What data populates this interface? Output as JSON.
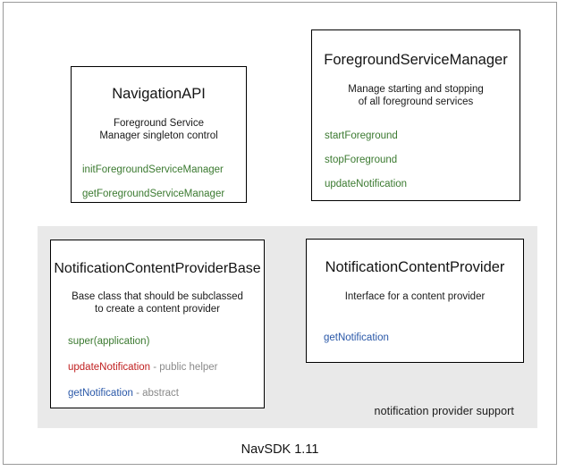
{
  "slide": {
    "footer": "NavSDK 1.11"
  },
  "group": {
    "caption": "notification provider support"
  },
  "colors": {
    "member_green": "#3b7a30",
    "member_red": "#c02020",
    "member_blue": "#2a58a8",
    "member_note_gray": "#8a8a8a",
    "panel_gray": "#e9e9e9",
    "card_border": "#000000",
    "frame_border": "#9a9a9a"
  },
  "cards": [
    {
      "id": "navigation-api",
      "title": "NavigationAPI",
      "description_lines": [
        "Foreground Service",
        "Manager singleton control"
      ],
      "members": [
        {
          "name": "initForegroundServiceManager",
          "note": "",
          "color": "green"
        },
        {
          "name": "getForegroundServiceManager",
          "note": "",
          "color": "green"
        }
      ]
    },
    {
      "id": "foreground-service-manager",
      "title": "ForegroundServiceManager",
      "description_lines": [
        "Manage starting and stopping",
        "of all foreground services"
      ],
      "members": [
        {
          "name": "startForeground",
          "note": "",
          "color": "green"
        },
        {
          "name": "stopForeground",
          "note": "",
          "color": "green"
        },
        {
          "name": "updateNotification",
          "note": "",
          "color": "green"
        }
      ]
    },
    {
      "id": "notification-content-provider-base",
      "title": "NotificationContentProviderBase",
      "description_lines": [
        "Base class that should be subclassed",
        "to create a content provider"
      ],
      "members": [
        {
          "name": "super(application)",
          "note": "",
          "color": "green"
        },
        {
          "name": "updateNotification",
          "note": " - public helper",
          "color": "red"
        },
        {
          "name": "getNotification",
          "note": " - abstract",
          "color": "blue"
        }
      ]
    },
    {
      "id": "notification-content-provider",
      "title": "NotificationContentProvider",
      "description_lines": [
        "Interface for a content provider"
      ],
      "members": [
        {
          "name": "getNotification",
          "note": "",
          "color": "blue"
        }
      ]
    }
  ]
}
